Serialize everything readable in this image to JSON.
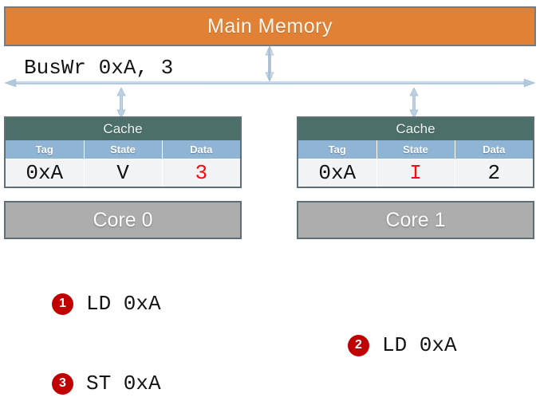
{
  "memory": {
    "label": "Main Memory",
    "color": "#E08135"
  },
  "bus": {
    "label": "BusWr 0xA, 3",
    "arrow_left_name": "bus-arrow-left",
    "arrow_right_name": "bus-arrow-right"
  },
  "units": [
    {
      "cache_title": "Cache",
      "columns": [
        "Tag",
        "State",
        "Data"
      ],
      "values": [
        "0xA",
        "V",
        "3"
      ],
      "highlight": "data",
      "core_label": "Core 0"
    },
    {
      "cache_title": "Cache",
      "columns": [
        "Tag",
        "State",
        "Data"
      ],
      "values": [
        "0xA",
        "I",
        "2"
      ],
      "highlight": "state",
      "core_label": "Core 1"
    }
  ],
  "instructions": [
    {
      "num": "1",
      "text": "LD 0xA"
    },
    {
      "num": "2",
      "text": "LD 0xA"
    },
    {
      "num": "3",
      "text": "ST 0xA"
    }
  ],
  "colors": {
    "accent_red": "#EE1111",
    "badge_red": "#C00000",
    "cache_header_teal": "#4C6F69",
    "column_header_blue": "#8FB4D4",
    "core_gray": "#ADADAD"
  }
}
